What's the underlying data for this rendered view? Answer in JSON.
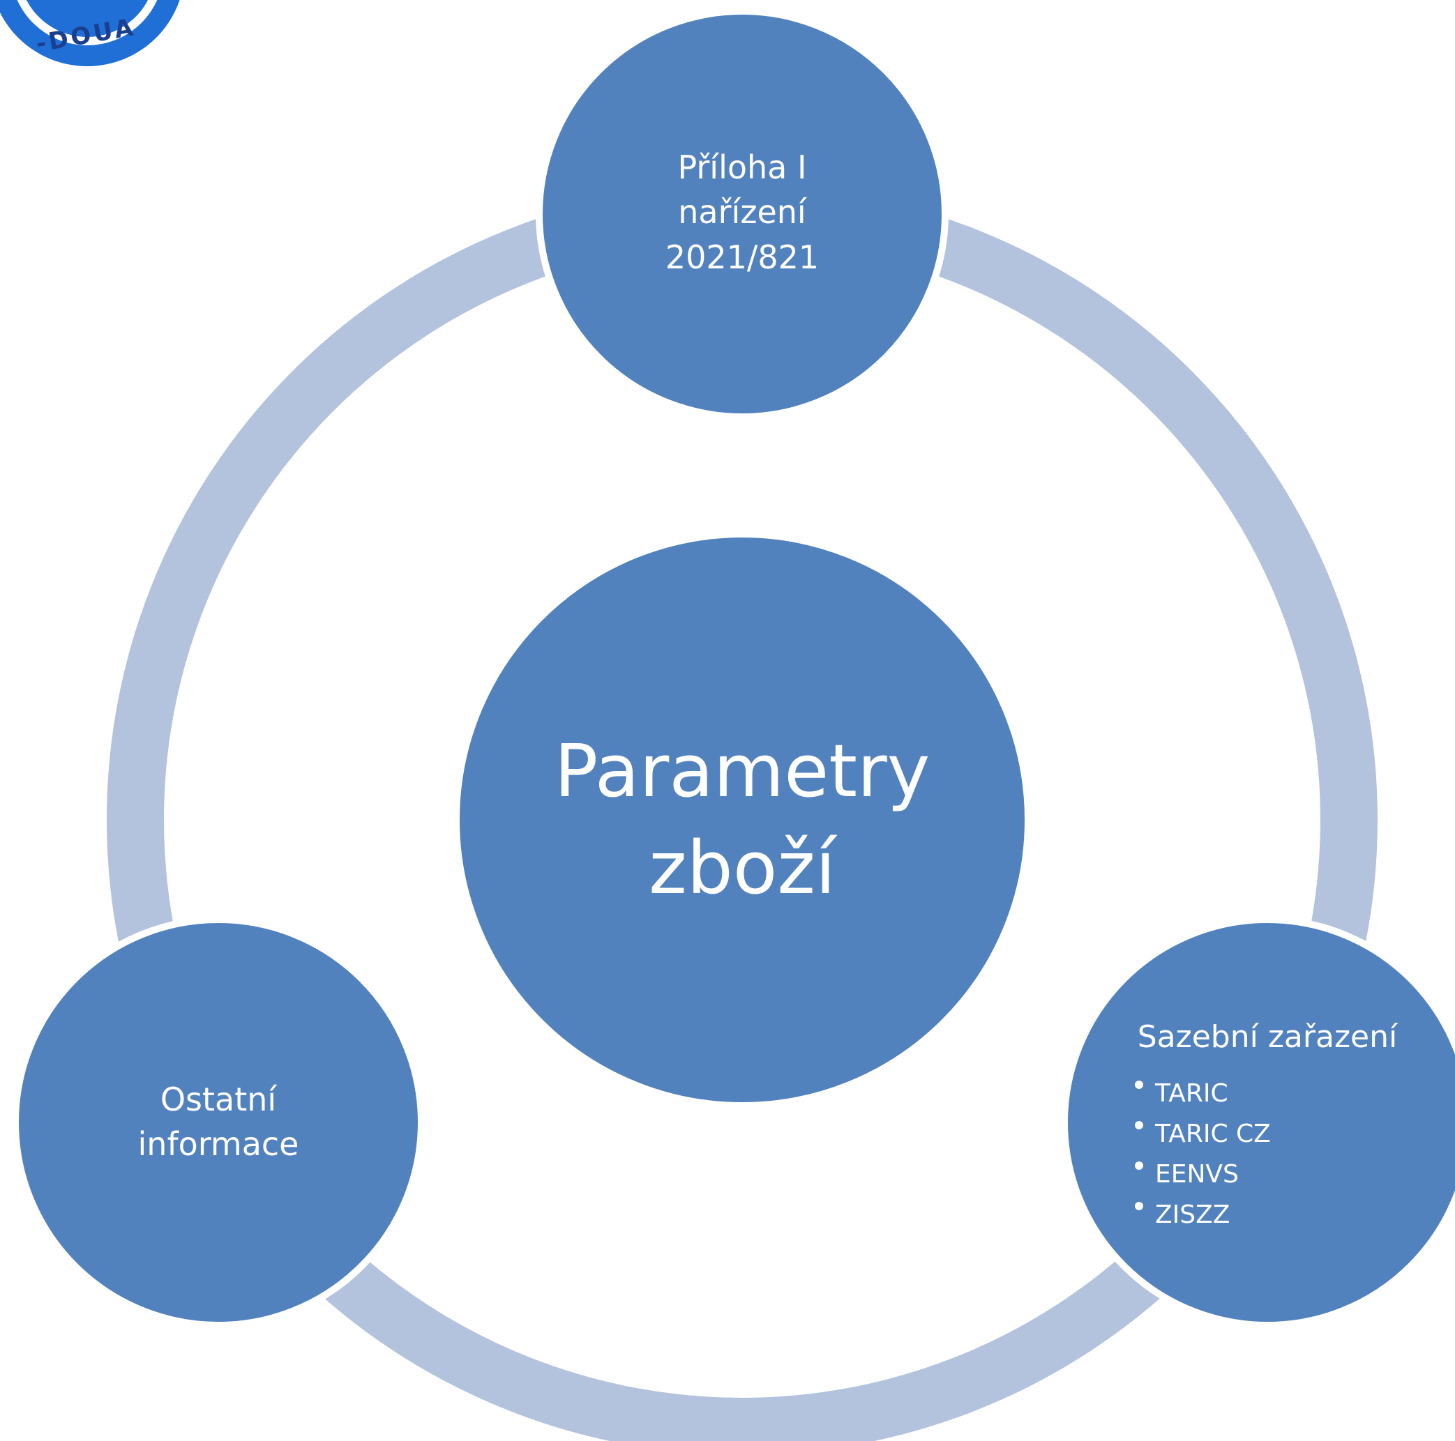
{
  "logo": {
    "text": "-DOUA"
  },
  "diagram": {
    "center": {
      "line1": "Parametry",
      "line2": "zboží"
    },
    "top": {
      "line1": "Příloha I",
      "line2": "nařízení",
      "line3": "2021/821"
    },
    "right": {
      "title": "Sazební zařazení",
      "items": [
        "TARIC",
        "TARIC CZ",
        "EENVS",
        "ZISZZ"
      ]
    },
    "left": {
      "line1": "Ostatní",
      "line2": "informace"
    }
  },
  "colors": {
    "node_fill": "#5282BE",
    "ring": "#B3C2DD",
    "node_stroke": "#ffffff",
    "logo_blue": "#1F6FD6"
  }
}
